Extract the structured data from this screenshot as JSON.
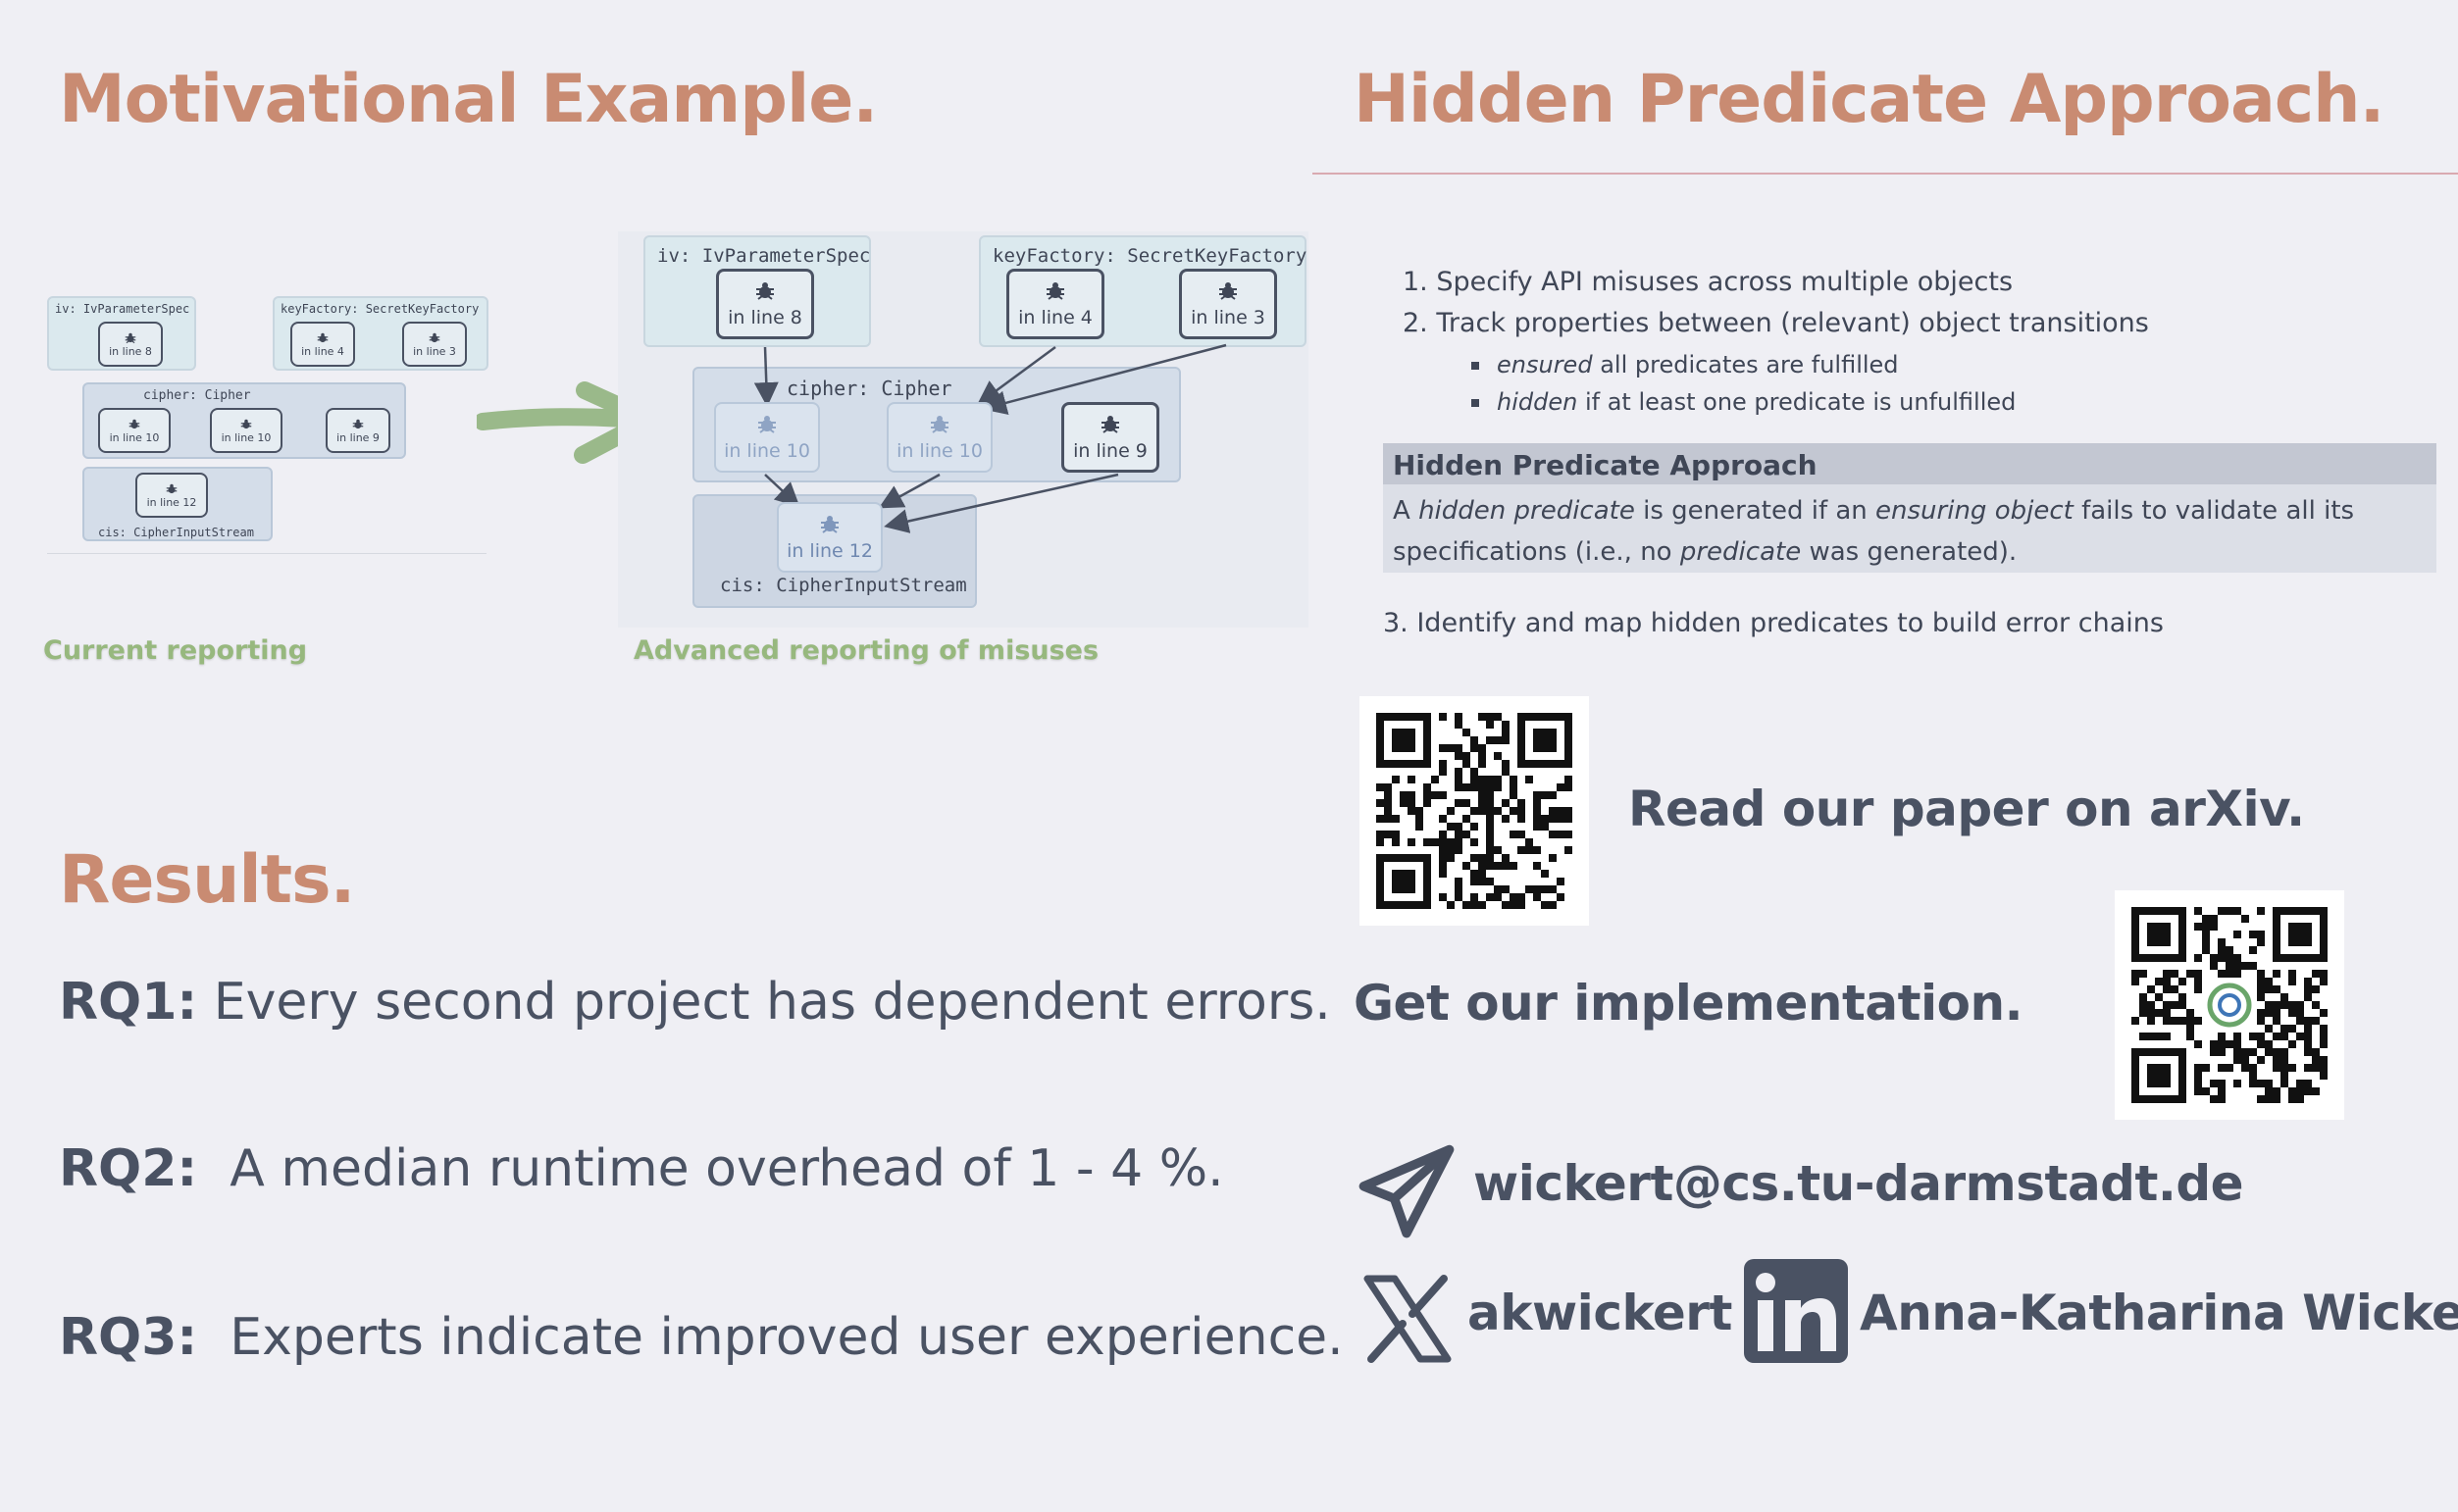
{
  "headings": {
    "motivation": "Motivational Example.",
    "hidden": "Hidden Predicate Approach.",
    "results": "Results."
  },
  "diagram_small": {
    "iv": "iv: IvParameterSpec",
    "keyfactory": "keyFactory: SecretKeyFactory",
    "cipher": "cipher: Cipher",
    "cis": "cis: CipherInputStream",
    "bugs": [
      "in line 8",
      "in line 4",
      "in line 3",
      "in line 10",
      "in line 10",
      "in line 9",
      "in line 12"
    ]
  },
  "diagram_large": {
    "iv": "iv: IvParameterSpec",
    "keyfactory": "keyFactory: SecretKeyFactory",
    "cipher": "cipher: Cipher",
    "cis": "cis: CipherInputStream",
    "bugs": [
      "in line 8",
      "in line 4",
      "in line 3",
      "in line 10",
      "in line 10",
      "in line 9",
      "in line 12"
    ]
  },
  "captions": {
    "current": "Current reporting",
    "advanced": "Advanced reporting of misuses"
  },
  "approach": {
    "items": [
      "1. Specify API misuses across multiple objects",
      "2. Track properties between (relevant) object transitions",
      "3. Identify and map hidden predicates to build error chains"
    ],
    "subitems": [
      {
        "em": "ensured",
        "rest": " all predicates are fulfilled"
      },
      {
        "em": "hidden",
        "rest": " if at least one predicate is unfulfilled"
      }
    ],
    "box": {
      "title": "Hidden Predicate Approach",
      "t1": "A ",
      "e1": "hidden predicate",
      "t2": " is generated if an ",
      "e2": "ensuring object",
      "t3": " fails to validate all its specifications (i.e., no ",
      "e3": "predicate",
      "t4": " was generated)."
    }
  },
  "links": {
    "paper": "Read our paper on arXiv.",
    "implementation": "Get our implementation."
  },
  "results": [
    {
      "label": "RQ1:",
      "text": " Every second project has dependent errors."
    },
    {
      "label": "RQ2:",
      "text": "  A median runtime overhead of 1 - 4 %."
    },
    {
      "label": "RQ3:",
      "text": "  Experts indicate improved user experience."
    }
  ],
  "contact": {
    "email": "wickert@cs.tu-darmstadt.de",
    "x_handle": "akwickert",
    "linkedin": "Anna-Katharina Wickert"
  },
  "colors": {
    "heading": "#c98b72",
    "text": "#4a5263",
    "caption": "#97b87e",
    "background": "#efeff4"
  }
}
